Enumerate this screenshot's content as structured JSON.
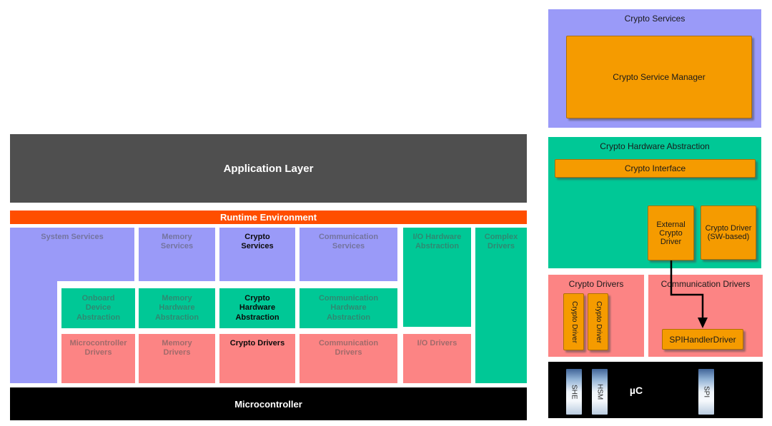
{
  "left_panel": {
    "application_layer": "Application Layer",
    "runtime_environment": "Runtime Environment",
    "microcontroller": "Microcontroller",
    "services_row": {
      "system_services": "System Services",
      "memory_services": "Memory Services",
      "crypto_services": "Crypto Services",
      "communication_services": "Communication Services",
      "io_hardware_abstraction": "I/O Hardware Abstraction",
      "complex_drivers": "Complex Drivers"
    },
    "abstraction_row": {
      "onboard_device_abstraction": "Onboard Device Abstraction",
      "memory_hardware_abstraction": "Memory Hardware Abstraction",
      "crypto_hardware_abstraction": "Crypto Hardware Abstraction",
      "communication_hardware_abstraction": "Communication Hardware Abstraction"
    },
    "drivers_row": {
      "microcontroller_drivers": "Microcontroller Drivers",
      "memory_drivers": "Memory Drivers",
      "crypto_drivers": "Crypto Drivers",
      "communication_drivers": "Communication Drivers",
      "io_drivers": "I/O Drivers"
    }
  },
  "right_panel": {
    "crypto_services": {
      "title": "Crypto Services",
      "crypto_service_manager": "Crypto Service Manager"
    },
    "crypto_hardware_abstraction": {
      "title": "Crypto Hardware Abstraction",
      "crypto_interface": "Crypto Interface",
      "external_crypto_driver": "External Crypto Driver",
      "crypto_driver_sw_based": "Crypto Driver (SW-based)"
    },
    "crypto_drivers": {
      "title": "Crypto Drivers",
      "drivers": [
        "Crypto Driver",
        "Crypto Driver"
      ]
    },
    "communication_drivers": {
      "title": "Communication Drivers",
      "spi_handler_driver": "SPIHandlerDriver"
    },
    "microcontroller": {
      "label": "µC",
      "modules": [
        "SHE",
        "HSM",
        "SPI"
      ]
    }
  },
  "colors": {
    "layer_purple": "#9a9af8",
    "layer_green": "#00c896",
    "layer_salmon": "#fc8484",
    "box_orange": "#f59b00",
    "runtime_orange": "#ff4e00",
    "application_gray": "#4f4f4f",
    "bar_black": "#000000"
  }
}
